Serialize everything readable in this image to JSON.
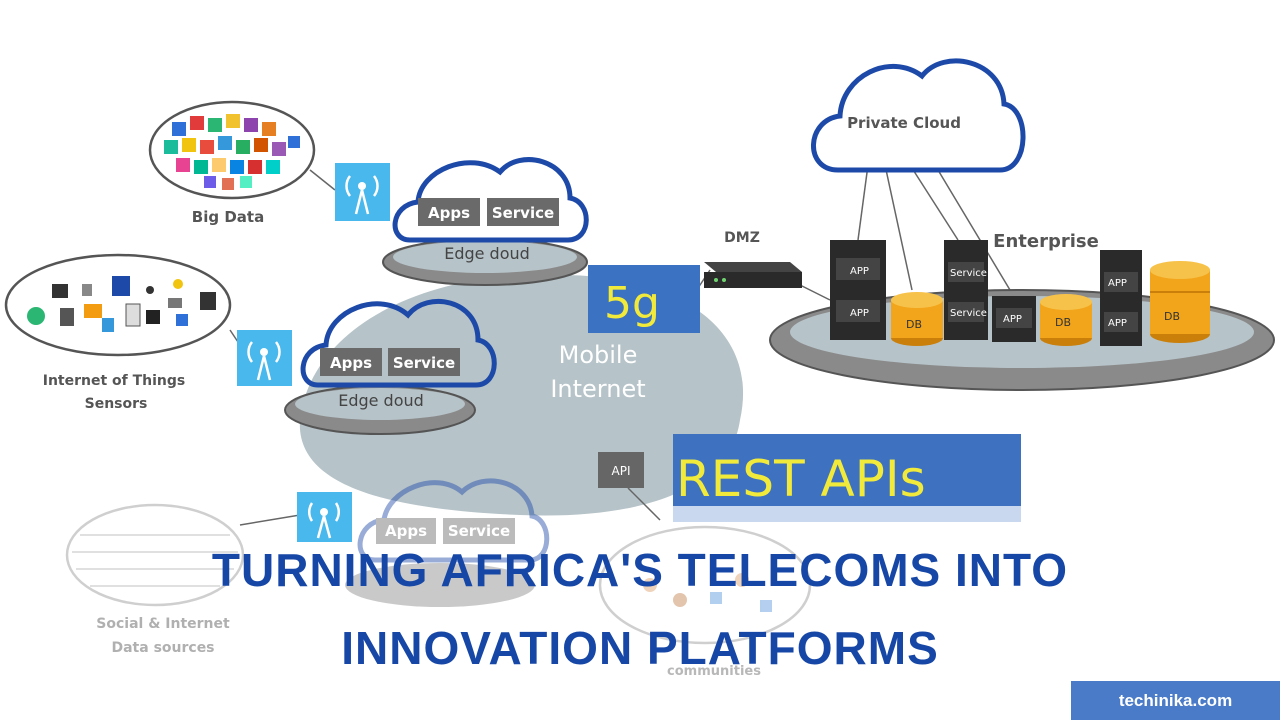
{
  "colors": {
    "headline": "#1747a6",
    "badge_bg": "#4a7bc8",
    "cloud_stroke": "#1d4aa8",
    "five_g_bg": "#3b72c2",
    "five_g_text": "#f2ea3a",
    "rest_bg": "#3e72c0",
    "rest_text": "#f2ea3a",
    "mobile_blob": "#b6c3c8",
    "antenna_bg": "#49b8ec",
    "db_gold": "#f2a51a"
  },
  "labels": {
    "big_data": "Big Data",
    "iot_line1": "Internet of Things",
    "iot_line2": "Sensors",
    "social_line1": "Social & Internet",
    "social_line2": "Data sources",
    "private_cloud": "Private Cloud",
    "dmz": "DMZ",
    "enterprise": "Enterprise",
    "five_g": "5g",
    "mobile_line1": "Mobile",
    "mobile_line2": "Internet",
    "rest_apis": "REST APIs",
    "api": "API",
    "apps": "Apps",
    "service": "Service",
    "edge_cloud": "Edge doud",
    "app": "APP",
    "db": "DB",
    "communities": "communities"
  },
  "headline": {
    "line1": "TURNING AFRICA'S TELECOMS INTO",
    "line2": "INNOVATION PLATFORMS"
  },
  "badge": "techinika.com"
}
